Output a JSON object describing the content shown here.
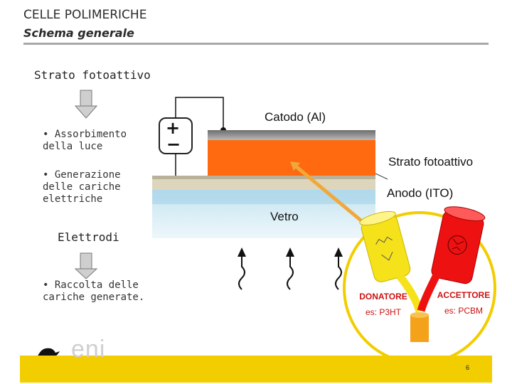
{
  "header": {
    "title": "CELLE POLIMERICHE",
    "subtitle": "Schema generale"
  },
  "left": {
    "section1": "Strato fotoattivo",
    "bullet1": [
      "• Assorbimento",
      "della luce"
    ],
    "bullet2": [
      "• Generazione",
      "delle cariche",
      "elettriche"
    ],
    "section2": "Elettrodi",
    "bullet3": [
      "• Raccolta delle",
      "cariche generate."
    ]
  },
  "diagram": {
    "battery_plus": "+",
    "battery_minus": "−",
    "cathode": "Catodo (Al)",
    "active_layer": "Strato fotoattivo",
    "anode": "Anodo (ITO)",
    "glass": "Vetro"
  },
  "molecules": {
    "donor_title": "DONATORE",
    "donor_example": "es: P3HT",
    "acceptor_title": "ACCETTORE",
    "acceptor_example": "es: PCBM"
  },
  "footer": {
    "logo_text": "eni",
    "page_number": "6"
  },
  "colors": {
    "active_layer": "#ff6a10",
    "glass": "#9ed0e6",
    "cathode": "#8a8a8a",
    "anode": "#d9d0b3",
    "donor": "#f6e21a",
    "acceptor": "#ee1111",
    "footer_bar": "#f2cd00"
  }
}
